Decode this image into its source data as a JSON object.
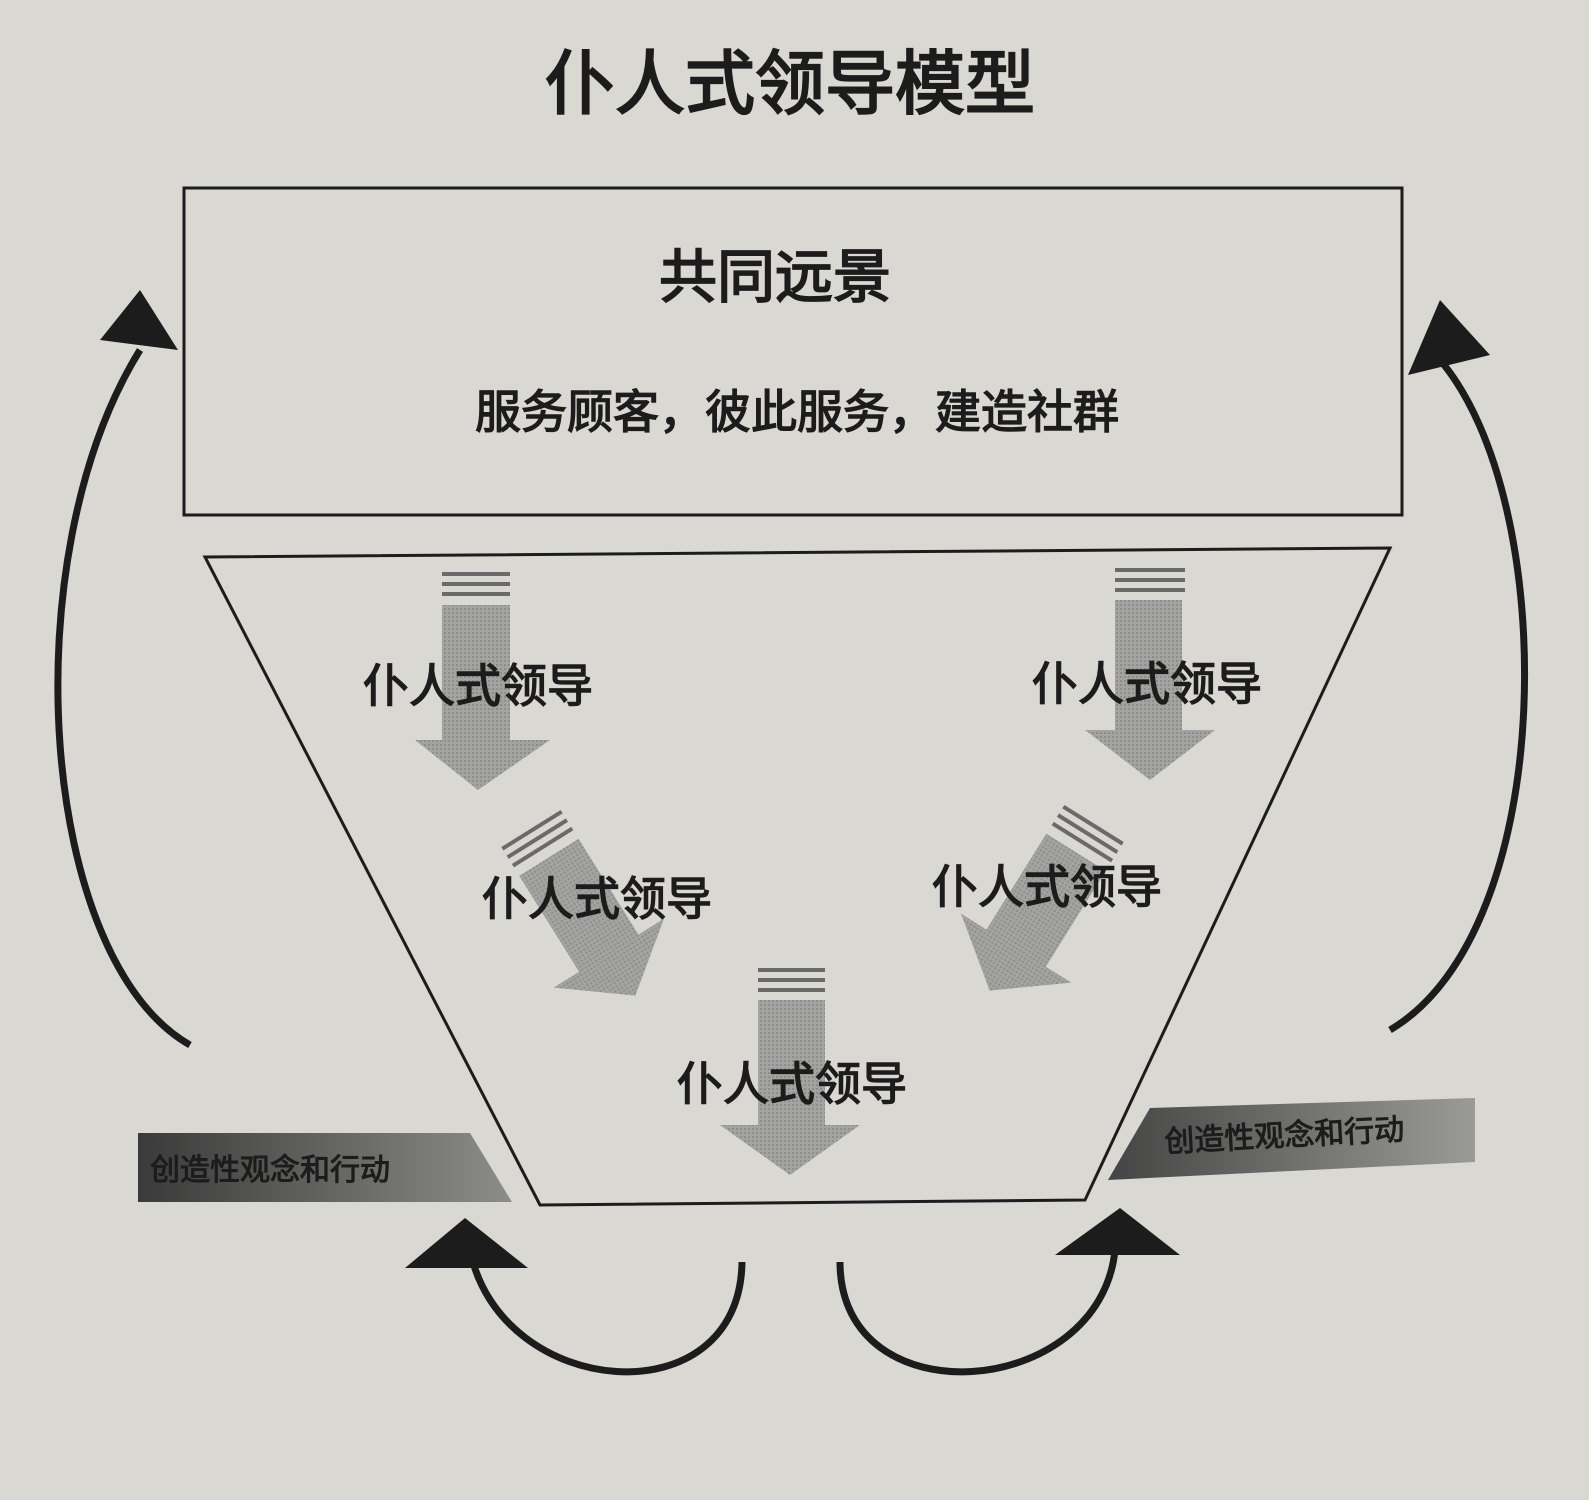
{
  "title": "仆人式领导模型",
  "vision_box": {
    "heading": "共同远景",
    "subtitle": "服务顾客，彼此服务，建造社群"
  },
  "flow_arrows": [
    {
      "label": "仆人式领导"
    },
    {
      "label": "仆人式领导"
    },
    {
      "label": "仆人式领导"
    },
    {
      "label": "仆人式领导"
    },
    {
      "label": "仆人式领导"
    }
  ],
  "side_tags": [
    {
      "label": "创造性观念和行动"
    },
    {
      "label": "创造性观念和行动"
    }
  ],
  "colors": {
    "ink": "#1c1c1c",
    "arrow_gray": "#9a9a98",
    "paper": "#d9d8d3"
  }
}
